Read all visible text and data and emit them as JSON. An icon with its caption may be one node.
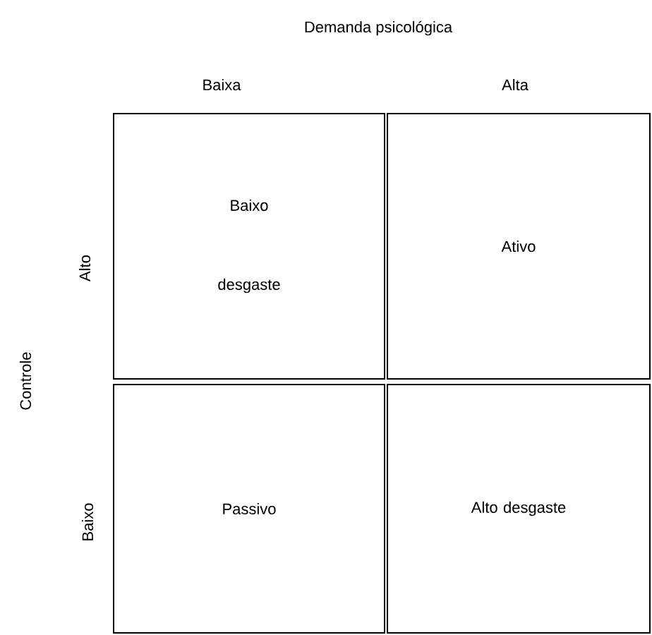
{
  "diagram": {
    "nodes": [
      {
        "text": [
          "Baixo desgaste"
        ]
      },
      {
        "text": [
          "Ativo"
        ]
      },
      {
        "text": [
          "Passivo"
        ]
      },
      {
        "text": [
          "Alto desgaste"
        ]
      }
    ],
    "labels": [
      "Demanda psicológica",
      "Baixa",
      "Alta",
      "Controle",
      "Alto",
      "Baixo"
    ]
  }
}
